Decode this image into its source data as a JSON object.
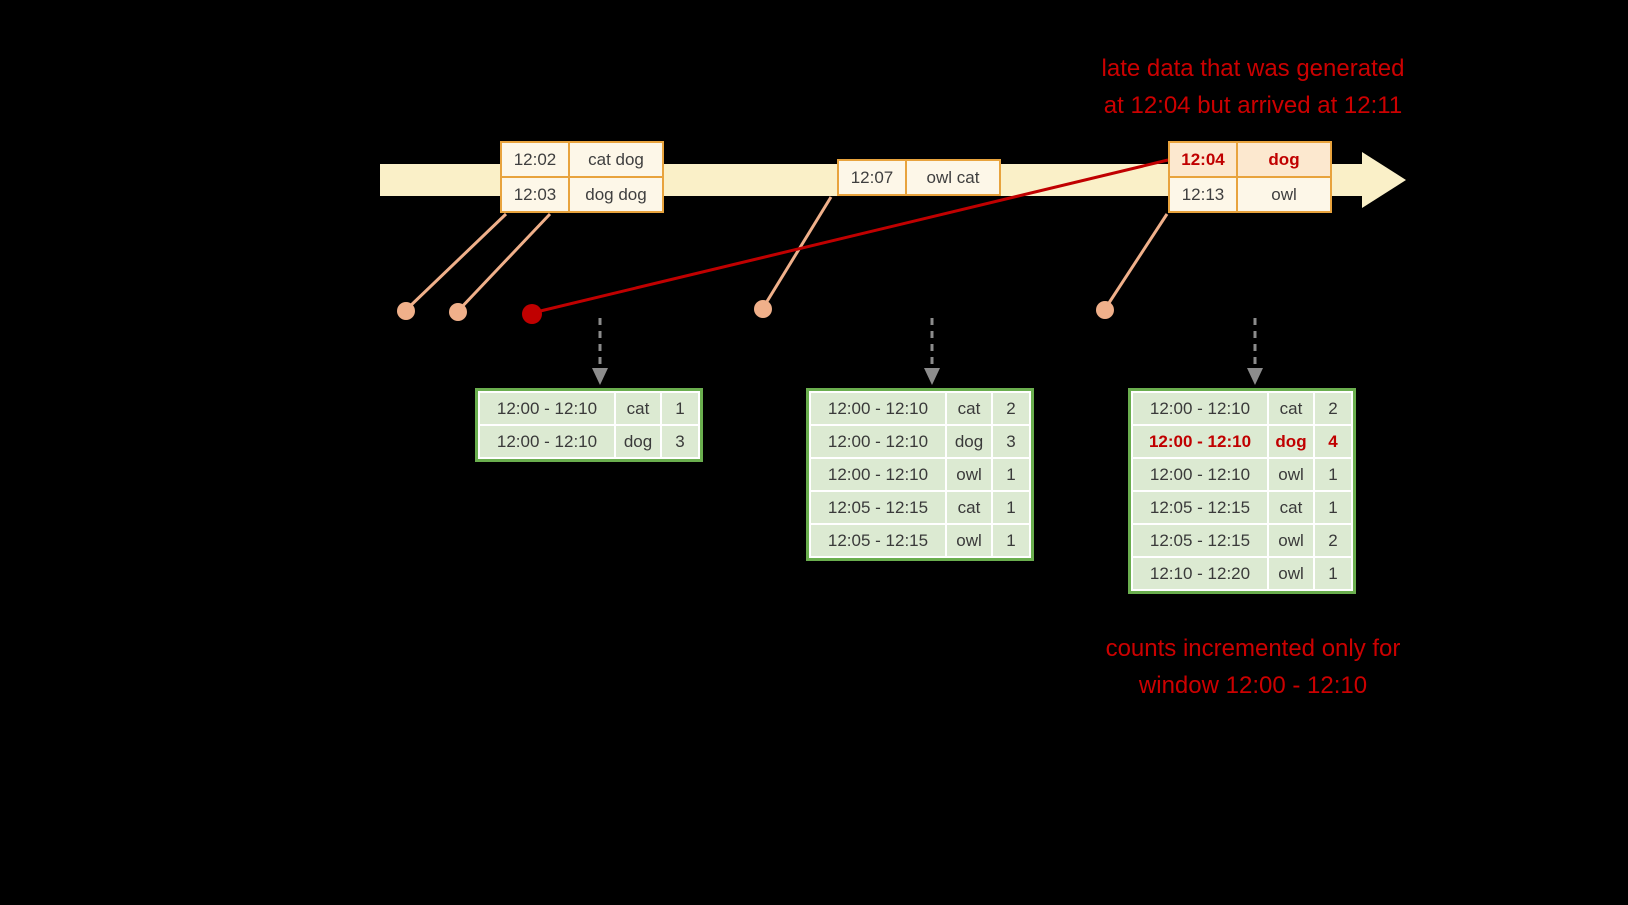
{
  "colors": {
    "background": "#000000",
    "timeline_arrow": "#faf0c8",
    "event_border": "#e8a33d",
    "event_fill": "#fdf7e8",
    "late_fill": "#fce8cf",
    "late_red": "#c00000",
    "note_red": "#cc0000",
    "dot_salmon": "#f0b08a",
    "result_border": "#6aae4e",
    "result_fill": "#dcead2",
    "arrow_gray": "#8c8c8c"
  },
  "annotations": {
    "late_note_line1": "late data that was generated",
    "late_note_line2": "at 12:04 but arrived at 12:11",
    "counts_note_line1": "counts incremented only for",
    "counts_note_line2": "window 12:00 - 12:10"
  },
  "events": {
    "batch1": {
      "rows": [
        {
          "time": "12:02",
          "words": "cat dog"
        },
        {
          "time": "12:03",
          "words": "dog dog"
        }
      ]
    },
    "batch2": {
      "rows": [
        {
          "time": "12:07",
          "words": "owl cat"
        }
      ]
    },
    "batch3": {
      "rows": [
        {
          "time": "12:04",
          "words": "dog",
          "late": true
        },
        {
          "time": "12:13",
          "words": "owl"
        }
      ]
    }
  },
  "results": {
    "table1": {
      "rows": [
        {
          "window": "12:00 - 12:10",
          "word": "cat",
          "count": "1"
        },
        {
          "window": "12:00 - 12:10",
          "word": "dog",
          "count": "3"
        }
      ]
    },
    "table2": {
      "rows": [
        {
          "window": "12:00 - 12:10",
          "word": "cat",
          "count": "2"
        },
        {
          "window": "12:00 - 12:10",
          "word": "dog",
          "count": "3"
        },
        {
          "window": "12:00 - 12:10",
          "word": "owl",
          "count": "1"
        },
        {
          "window": "12:05 - 12:15",
          "word": "cat",
          "count": "1"
        },
        {
          "window": "12:05 - 12:15",
          "word": "owl",
          "count": "1"
        }
      ]
    },
    "table3": {
      "rows": [
        {
          "window": "12:00 - 12:10",
          "word": "cat",
          "count": "2"
        },
        {
          "window": "12:00 - 12:10",
          "word": "dog",
          "count": "4",
          "late": true
        },
        {
          "window": "12:00 - 12:10",
          "word": "owl",
          "count": "1"
        },
        {
          "window": "12:05 - 12:15",
          "word": "cat",
          "count": "1"
        },
        {
          "window": "12:05 - 12:15",
          "word": "owl",
          "count": "2"
        },
        {
          "window": "12:10 - 12:20",
          "word": "owl",
          "count": "1"
        }
      ]
    }
  }
}
